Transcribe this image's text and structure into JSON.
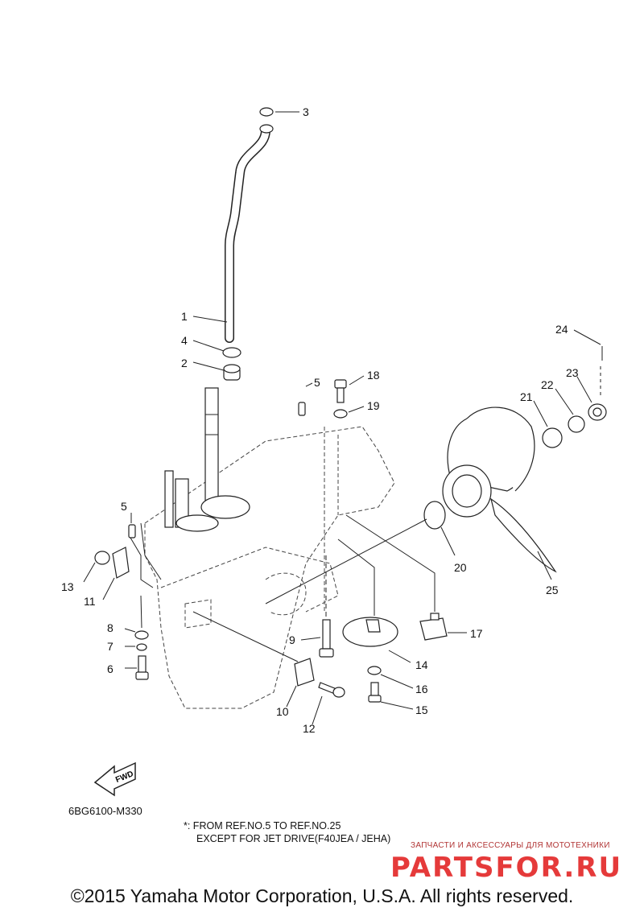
{
  "diagram_code": "6BG6100-M330",
  "note_line1": "*: FROM REF.NO.5 TO REF.NO.25",
  "note_line2": "EXCEPT FOR JET DRIVE(F40JEA / JEHA)",
  "fwd_label": "FWD",
  "watermark_small": "ЗАПЧАСТИ И АКСЕССУАРЫ ДЛЯ МОТОТЕХНИКИ",
  "watermark_logo": "PARTSFOR.RU",
  "copyright": "©2015 Yamaha Motor Corporation, U.S.A. All rights reserved.",
  "callouts": [
    "1",
    "2",
    "3",
    "4",
    "5",
    "5",
    "6",
    "7",
    "8",
    "9",
    "10",
    "11",
    "12",
    "13",
    "14",
    "15",
    "16",
    "17",
    "18",
    "19",
    "20",
    "21",
    "22",
    "23",
    "24",
    "25"
  ],
  "colors": {
    "line": "#222222",
    "watermark": "#e53a3a"
  }
}
